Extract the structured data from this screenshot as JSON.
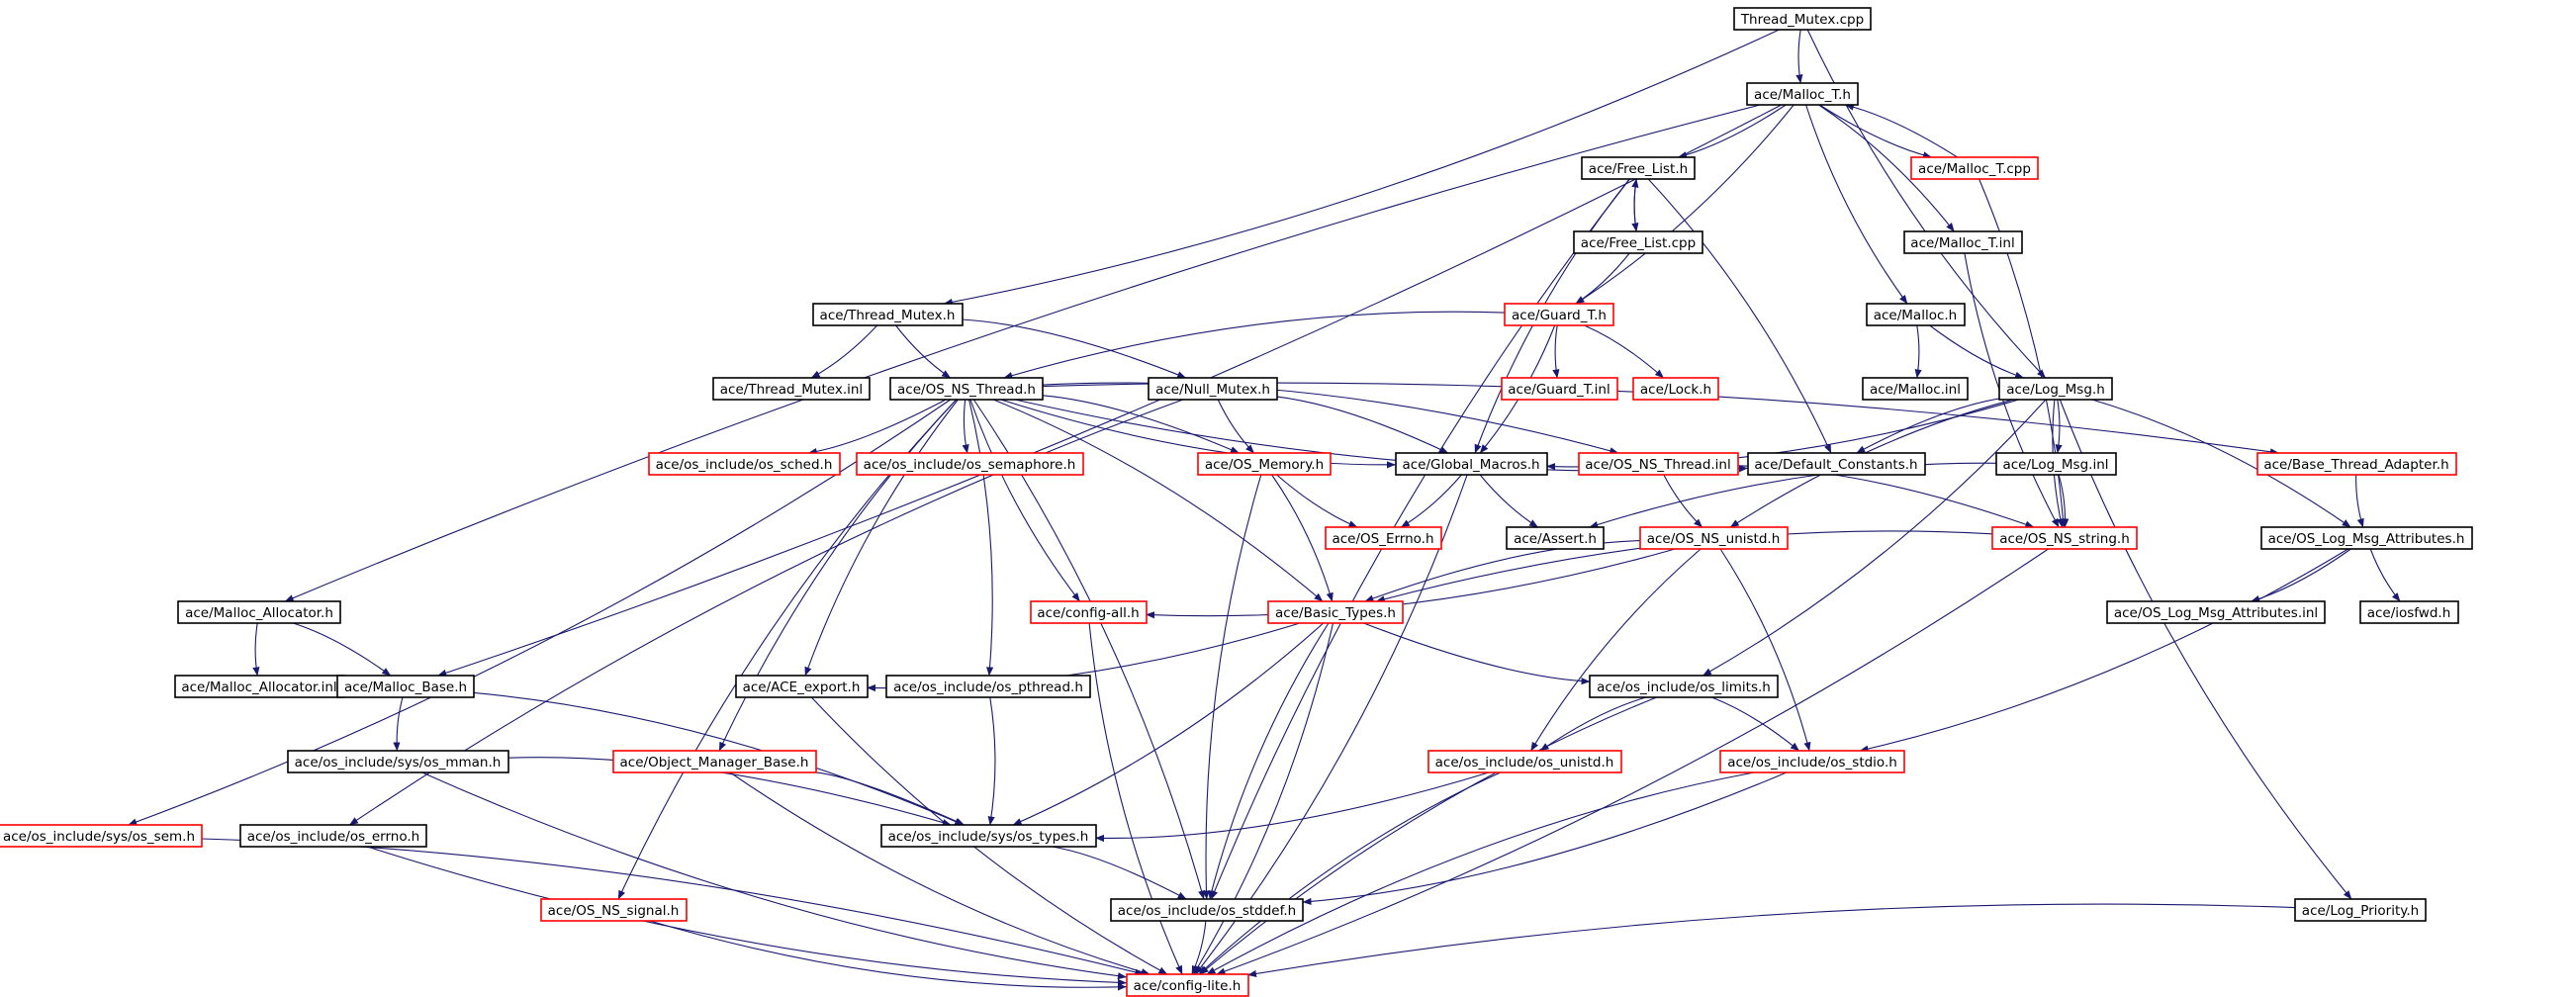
{
  "diagram": {
    "title": "",
    "colors": {
      "edge": "#191970",
      "node_border_documented": "#000000",
      "node_border_undocumented": "#ff0000",
      "root_fill": "#bfbfbf"
    },
    "nodes": [
      {
        "id": "thread_mutex_cpp",
        "label": "Thread_Mutex.cpp",
        "root": true,
        "border": "black"
      },
      {
        "id": "malloc_t_h",
        "label": "ace/Malloc_T.h",
        "border": "black"
      },
      {
        "id": "free_list_h",
        "label": "ace/Free_List.h",
        "border": "black"
      },
      {
        "id": "malloc_t_cpp",
        "label": "ace/Malloc_T.cpp",
        "border": "red"
      },
      {
        "id": "free_list_cpp",
        "label": "ace/Free_List.cpp",
        "border": "black"
      },
      {
        "id": "malloc_t_inl",
        "label": "ace/Malloc_T.inl",
        "border": "black"
      },
      {
        "id": "thread_mutex_h",
        "label": "ace/Thread_Mutex.h",
        "border": "black"
      },
      {
        "id": "guard_t_h",
        "label": "ace/Guard_T.h",
        "border": "red"
      },
      {
        "id": "malloc_h",
        "label": "ace/Malloc.h",
        "border": "black"
      },
      {
        "id": "thread_mutex_inl",
        "label": "ace/Thread_Mutex.inl",
        "border": "black"
      },
      {
        "id": "os_ns_thread_h",
        "label": "ace/OS_NS_Thread.h",
        "border": "black"
      },
      {
        "id": "null_mutex_h",
        "label": "ace/Null_Mutex.h",
        "border": "black"
      },
      {
        "id": "guard_t_inl",
        "label": "ace/Guard_T.inl",
        "border": "red"
      },
      {
        "id": "lock_h",
        "label": "ace/Lock.h",
        "border": "red"
      },
      {
        "id": "malloc_inl",
        "label": "ace/Malloc.inl",
        "border": "black"
      },
      {
        "id": "log_msg_h",
        "label": "ace/Log_Msg.h",
        "border": "black"
      },
      {
        "id": "os_sched_h",
        "label": "ace/os_include/os_sched.h",
        "border": "red"
      },
      {
        "id": "os_semaphore_h",
        "label": "ace/os_include/os_semaphore.h",
        "border": "red"
      },
      {
        "id": "os_memory_h",
        "label": "ace/OS_Memory.h",
        "border": "red"
      },
      {
        "id": "global_macros_h",
        "label": "ace/Global_Macros.h",
        "border": "black"
      },
      {
        "id": "os_ns_thread_inl",
        "label": "ace/OS_NS_Thread.inl",
        "border": "red"
      },
      {
        "id": "default_constants_h",
        "label": "ace/Default_Constants.h",
        "border": "black"
      },
      {
        "id": "log_msg_inl",
        "label": "ace/Log_Msg.inl",
        "border": "black"
      },
      {
        "id": "base_thread_adapter_h",
        "label": "ace/Base_Thread_Adapter.h",
        "border": "red"
      },
      {
        "id": "os_errno_h",
        "label": "ace/OS_Errno.h",
        "border": "red"
      },
      {
        "id": "assert_h",
        "label": "ace/Assert.h",
        "border": "black"
      },
      {
        "id": "os_ns_unistd_h",
        "label": "ace/OS_NS_unistd.h",
        "border": "red"
      },
      {
        "id": "os_ns_string_h",
        "label": "ace/OS_NS_string.h",
        "border": "red"
      },
      {
        "id": "os_log_msg_attributes_h",
        "label": "ace/OS_Log_Msg_Attributes.h",
        "border": "black"
      },
      {
        "id": "malloc_allocator_h",
        "label": "ace/Malloc_Allocator.h",
        "border": "black"
      },
      {
        "id": "config_all_h",
        "label": "ace/config-all.h",
        "border": "red"
      },
      {
        "id": "basic_types_h",
        "label": "ace/Basic_Types.h",
        "border": "red"
      },
      {
        "id": "os_log_msg_attributes_inl",
        "label": "ace/OS_Log_Msg_Attributes.inl",
        "border": "black"
      },
      {
        "id": "iosfwd_h",
        "label": "ace/iosfwd.h",
        "border": "black"
      },
      {
        "id": "malloc_allocator_inl",
        "label": "ace/Malloc_Allocator.inl",
        "border": "black"
      },
      {
        "id": "malloc_base_h",
        "label": "ace/Malloc_Base.h",
        "border": "black"
      },
      {
        "id": "ace_export_h",
        "label": "ace/ACE_export.h",
        "border": "black"
      },
      {
        "id": "os_pthread_h",
        "label": "ace/os_include/os_pthread.h",
        "border": "black"
      },
      {
        "id": "os_limits_h",
        "label": "ace/os_include/os_limits.h",
        "border": "black"
      },
      {
        "id": "sys_os_mman_h",
        "label": "ace/os_include/sys/os_mman.h",
        "border": "black"
      },
      {
        "id": "object_manager_base_h",
        "label": "ace/Object_Manager_Base.h",
        "border": "red"
      },
      {
        "id": "os_unistd_h",
        "label": "ace/os_include/os_unistd.h",
        "border": "red"
      },
      {
        "id": "os_stdio_h",
        "label": "ace/os_include/os_stdio.h",
        "border": "red"
      },
      {
        "id": "sys_os_sem_h",
        "label": "ace/os_include/sys/os_sem.h",
        "border": "red"
      },
      {
        "id": "os_errno_inc_h",
        "label": "ace/os_include/os_errno.h",
        "border": "black"
      },
      {
        "id": "sys_os_types_h",
        "label": "ace/os_include/sys/os_types.h",
        "border": "black"
      },
      {
        "id": "os_ns_signal_h",
        "label": "ace/OS_NS_signal.h",
        "border": "red"
      },
      {
        "id": "os_stddef_h",
        "label": "ace/os_include/os_stddef.h",
        "border": "black"
      },
      {
        "id": "log_priority_h",
        "label": "ace/Log_Priority.h",
        "border": "black"
      },
      {
        "id": "config_lite_h",
        "label": "ace/config-lite.h",
        "border": "red"
      }
    ],
    "edges": [
      [
        "thread_mutex_cpp",
        "malloc_t_h"
      ],
      [
        "thread_mutex_cpp",
        "thread_mutex_h"
      ],
      [
        "thread_mutex_cpp",
        "log_msg_h"
      ],
      [
        "malloc_t_h",
        "free_list_h"
      ],
      [
        "malloc_t_h",
        "malloc_t_cpp"
      ],
      [
        "malloc_t_h",
        "malloc_t_inl"
      ],
      [
        "malloc_t_h",
        "malloc_h"
      ],
      [
        "malloc_t_h",
        "guard_t_h"
      ],
      [
        "malloc_t_h",
        "malloc_allocator_h"
      ],
      [
        "malloc_t_h",
        "malloc_base_h"
      ],
      [
        "malloc_t_cpp",
        "malloc_t_h"
      ],
      [
        "malloc_t_cpp",
        "os_ns_string_h"
      ],
      [
        "free_list_h",
        "free_list_cpp"
      ],
      [
        "free_list_cpp",
        "free_list_h"
      ],
      [
        "free_list_h",
        "global_macros_h"
      ],
      [
        "free_list_h",
        "default_constants_h"
      ],
      [
        "free_list_h",
        "os_stddef_h"
      ],
      [
        "free_list_cpp",
        "guard_t_h"
      ],
      [
        "malloc_t_inl",
        "os_ns_string_h"
      ],
      [
        "malloc_h",
        "malloc_inl"
      ],
      [
        "malloc_h",
        "log_msg_h"
      ],
      [
        "thread_mutex_h",
        "thread_mutex_inl"
      ],
      [
        "thread_mutex_h",
        "os_ns_thread_h"
      ],
      [
        "thread_mutex_h",
        "null_mutex_h"
      ],
      [
        "guard_t_h",
        "guard_t_inl"
      ],
      [
        "guard_t_h",
        "lock_h"
      ],
      [
        "guard_t_h",
        "os_ns_thread_h"
      ],
      [
        "guard_t_h",
        "global_macros_h"
      ],
      [
        "null_mutex_h",
        "os_memory_h"
      ],
      [
        "null_mutex_h",
        "global_macros_h"
      ],
      [
        "null_mutex_h",
        "os_errno_inc_h"
      ],
      [
        "log_msg_h",
        "global_macros_h"
      ],
      [
        "log_msg_h",
        "default_constants_h"
      ],
      [
        "log_msg_h",
        "log_msg_inl"
      ],
      [
        "log_msg_h",
        "os_ns_string_h"
      ],
      [
        "log_msg_h",
        "os_log_msg_attributes_h"
      ],
      [
        "log_msg_h",
        "log_priority_h"
      ],
      [
        "log_msg_h",
        "os_limits_h"
      ],
      [
        "log_msg_h",
        "os_ns_unistd_h"
      ],
      [
        "log_msg_inl",
        "os_ns_string_h"
      ],
      [
        "log_msg_inl",
        "assert_h"
      ],
      [
        "os_ns_thread_h",
        "os_sched_h"
      ],
      [
        "os_ns_thread_h",
        "os_semaphore_h"
      ],
      [
        "os_ns_thread_h",
        "os_memory_h"
      ],
      [
        "os_ns_thread_h",
        "global_macros_h"
      ],
      [
        "os_ns_thread_h",
        "os_ns_thread_inl"
      ],
      [
        "os_ns_thread_h",
        "default_constants_h"
      ],
      [
        "os_ns_thread_h",
        "base_thread_adapter_h"
      ],
      [
        "os_ns_thread_h",
        "config_all_h"
      ],
      [
        "os_ns_thread_h",
        "basic_types_h"
      ],
      [
        "os_ns_thread_h",
        "ace_export_h"
      ],
      [
        "os_ns_thread_h",
        "os_pthread_h"
      ],
      [
        "os_ns_thread_h",
        "object_manager_base_h"
      ],
      [
        "os_ns_thread_h",
        "sys_os_sem_h"
      ],
      [
        "os_ns_thread_h",
        "os_ns_signal_h"
      ],
      [
        "os_ns_thread_h",
        "os_stddef_h"
      ],
      [
        "os_ns_thread_inl",
        "os_ns_unistd_h"
      ],
      [
        "os_ns_thread_inl",
        "os_ns_string_h"
      ],
      [
        "os_memory_h",
        "os_errno_h"
      ],
      [
        "os_memory_h",
        "basic_types_h"
      ],
      [
        "os_memory_h",
        "os_stddef_h"
      ],
      [
        "global_macros_h",
        "os_errno_h"
      ],
      [
        "global_macros_h",
        "assert_h"
      ],
      [
        "global_macros_h",
        "config_lite_h"
      ],
      [
        "base_thread_adapter_h",
        "os_log_msg_attributes_h"
      ],
      [
        "os_log_msg_attributes_h",
        "os_log_msg_attributes_inl"
      ],
      [
        "os_log_msg_attributes_h",
        "iosfwd_h"
      ],
      [
        "os_log_msg_attributes_h",
        "os_stdio_h"
      ],
      [
        "os_ns_unistd_h",
        "basic_types_h"
      ],
      [
        "os_ns_unistd_h",
        "config_all_h"
      ],
      [
        "os_ns_unistd_h",
        "os_unistd_h"
      ],
      [
        "os_ns_unistd_h",
        "os_stdio_h"
      ],
      [
        "os_ns_string_h",
        "basic_types_h"
      ],
      [
        "os_ns_string_h",
        "config_lite_h"
      ],
      [
        "config_all_h",
        "config_lite_h"
      ],
      [
        "basic_types_h",
        "ace_export_h"
      ],
      [
        "basic_types_h",
        "os_limits_h"
      ],
      [
        "basic_types_h",
        "sys_os_types_h"
      ],
      [
        "basic_types_h",
        "os_stddef_h"
      ],
      [
        "basic_types_h",
        "config_lite_h"
      ],
      [
        "malloc_allocator_h",
        "malloc_allocator_inl"
      ],
      [
        "malloc_allocator_h",
        "malloc_base_h"
      ],
      [
        "malloc_base_h",
        "sys_os_mman_h"
      ],
      [
        "malloc_base_h",
        "sys_os_types_h"
      ],
      [
        "ace_export_h",
        "config_lite_h"
      ],
      [
        "os_pthread_h",
        "sys_os_types_h"
      ],
      [
        "os_limits_h",
        "os_unistd_h"
      ],
      [
        "os_limits_h",
        "os_stdio_h"
      ],
      [
        "os_limits_h",
        "config_lite_h"
      ],
      [
        "sys_os_mman_h",
        "sys_os_types_h"
      ],
      [
        "sys_os_mman_h",
        "config_lite_h"
      ],
      [
        "object_manager_base_h",
        "sys_os_types_h"
      ],
      [
        "object_manager_base_h",
        "config_lite_h"
      ],
      [
        "os_unistd_h",
        "sys_os_types_h"
      ],
      [
        "os_unistd_h",
        "config_lite_h"
      ],
      [
        "os_stdio_h",
        "os_stddef_h"
      ],
      [
        "os_stdio_h",
        "config_lite_h"
      ],
      [
        "sys_os_sem_h",
        "config_lite_h"
      ],
      [
        "os_errno_inc_h",
        "config_lite_h"
      ],
      [
        "sys_os_types_h",
        "os_stddef_h"
      ],
      [
        "os_ns_signal_h",
        "config_lite_h"
      ],
      [
        "os_stddef_h",
        "config_lite_h"
      ],
      [
        "log_priority_h",
        "config_lite_h"
      ]
    ]
  }
}
